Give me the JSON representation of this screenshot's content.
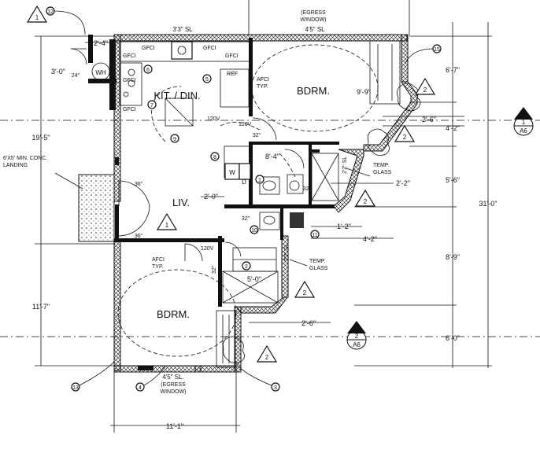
{
  "rooms": {
    "kitchen": "KIT. / DIN.",
    "bedroom_top": "BDRM.",
    "living": "LIV.",
    "bedroom_bottom": "BDRM.",
    "water_heater": "WH",
    "washer": "W",
    "dryer": "D",
    "ref": "REF."
  },
  "notes": {
    "egress_top": [
      "(EGRESS",
      "WINDOW)"
    ],
    "window_top": "4'5\" SL",
    "window_kitchen": "3'3\" SL",
    "window_bottom": "4'5\" SL.",
    "egress_bottom": [
      "(EGRESS",
      "WINDOW)"
    ],
    "landing": [
      "6'X5' MIN. CONC.",
      "LANDING"
    ],
    "temp_glass_1": [
      "TEMP.",
      "GLASS"
    ],
    "temp_glass_2": [
      "TEMP.",
      "GLASS"
    ],
    "afci_top": [
      "AFCI",
      "TYP."
    ],
    "afci_bottom": [
      "AFCI",
      "TYP."
    ],
    "gfci": "GFCI",
    "v120a": "120V",
    "v120b": "120V",
    "v120c": "120V",
    "ext_sl_1": "2'2\" SL",
    "ext_sl_2": "2'2\" SL"
  },
  "dims": {
    "top_left": "2'-4\"",
    "wh_width": "3'-0\"",
    "wh_inner": "24\"",
    "right_1": "6'-7\"",
    "right_2": "4'-2\"",
    "right_3": "5'-6\"",
    "right_4": "8'-9\"",
    "right_5": "6'-0\"",
    "overall_right": "31'-0\"",
    "left_1": "19'-5\"",
    "left_2": "11'-7\"",
    "bottom": "11'-1\"",
    "bay_top": "2'-6\"",
    "bay_bottom": "2'-6\"",
    "bath_depth": "9'-9\"",
    "hall": "8'-4\"",
    "bath_w": "2'-2\"",
    "closet": "2'-0\"",
    "small_a": "1'-2\"",
    "small_b": "4'-2\"",
    "hall_2": "5'-0\"",
    "door_36a": "36\"",
    "door_36b": "36\"",
    "counter_32a": "32\"",
    "counter_32b": "32\"",
    "counter_32c": "32\"",
    "counter_32d": "32\""
  },
  "tags": {
    "rev_top_left": "1",
    "rev_top_right": "2",
    "rev_bay": "2",
    "rev_bath": "2",
    "rev_liv": "1",
    "rev_mid": "2",
    "rev_bottom": "2",
    "key_12": "12",
    "key_13": "13",
    "key_15": "15",
    "key_4": "4",
    "key_5": "5",
    "key_6": "6",
    "key_7": "7",
    "key_8": "8",
    "key_9": "9",
    "key_10": "10",
    "key_11": "11",
    "key_3": "3",
    "key_2": "2",
    "key_1": "1",
    "sec1_num": "1",
    "sec1_sheet": "A6",
    "sec2_num": "2",
    "sec2_sheet": "A6"
  }
}
